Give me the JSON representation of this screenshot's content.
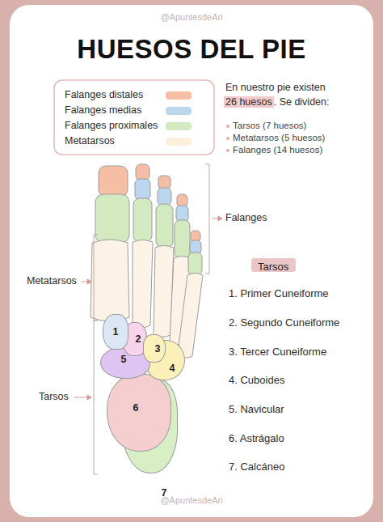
{
  "diagram": {
    "title": "HUESOS DEL PIE",
    "nodes": [
      {
        "text": [
          "Tarsos"
        ]
      },
      {
        "text": [
          "1"
        ]
      },
      {
        "text": [
          "2"
        ]
      },
      {
        "text": [
          "3"
        ]
      },
      {
        "text": [
          "4"
        ]
      },
      {
        "text": [
          "5"
        ]
      },
      {
        "text": [
          "6"
        ]
      },
      {
        "text": [
          "7"
        ]
      }
    ],
    "labels": [
      "@ApuntesdeAri",
      "En nuestro pie existen",
      "26 huesos",
      ". Se dividen:",
      "Tarsos (7 huesos)",
      "Metatarsos (5 huesos)",
      "Falanges (14 huesos)",
      "Falanges",
      "Metatarsos",
      "Tarsos",
      "1. Primer Cuneiforme",
      "2. Segundo Cuneiforme",
      "3. Tercer Cuneiforme",
      "4. Cuboides",
      "5. Navicular",
      "6. Astrágalo",
      "7. Calcáneo",
      "@ApuntesdeAri"
    ],
    "legend": [
      {
        "text": "Falanges distales",
        "color": "#f6bea4"
      },
      {
        "text": "Falanges medias",
        "color": "#bcd6ee"
      },
      {
        "text": "Falanges proximales",
        "color": "#d3e9bf"
      },
      {
        "text": "Metatarsos",
        "color": "#fcf0dd"
      }
    ]
  }
}
